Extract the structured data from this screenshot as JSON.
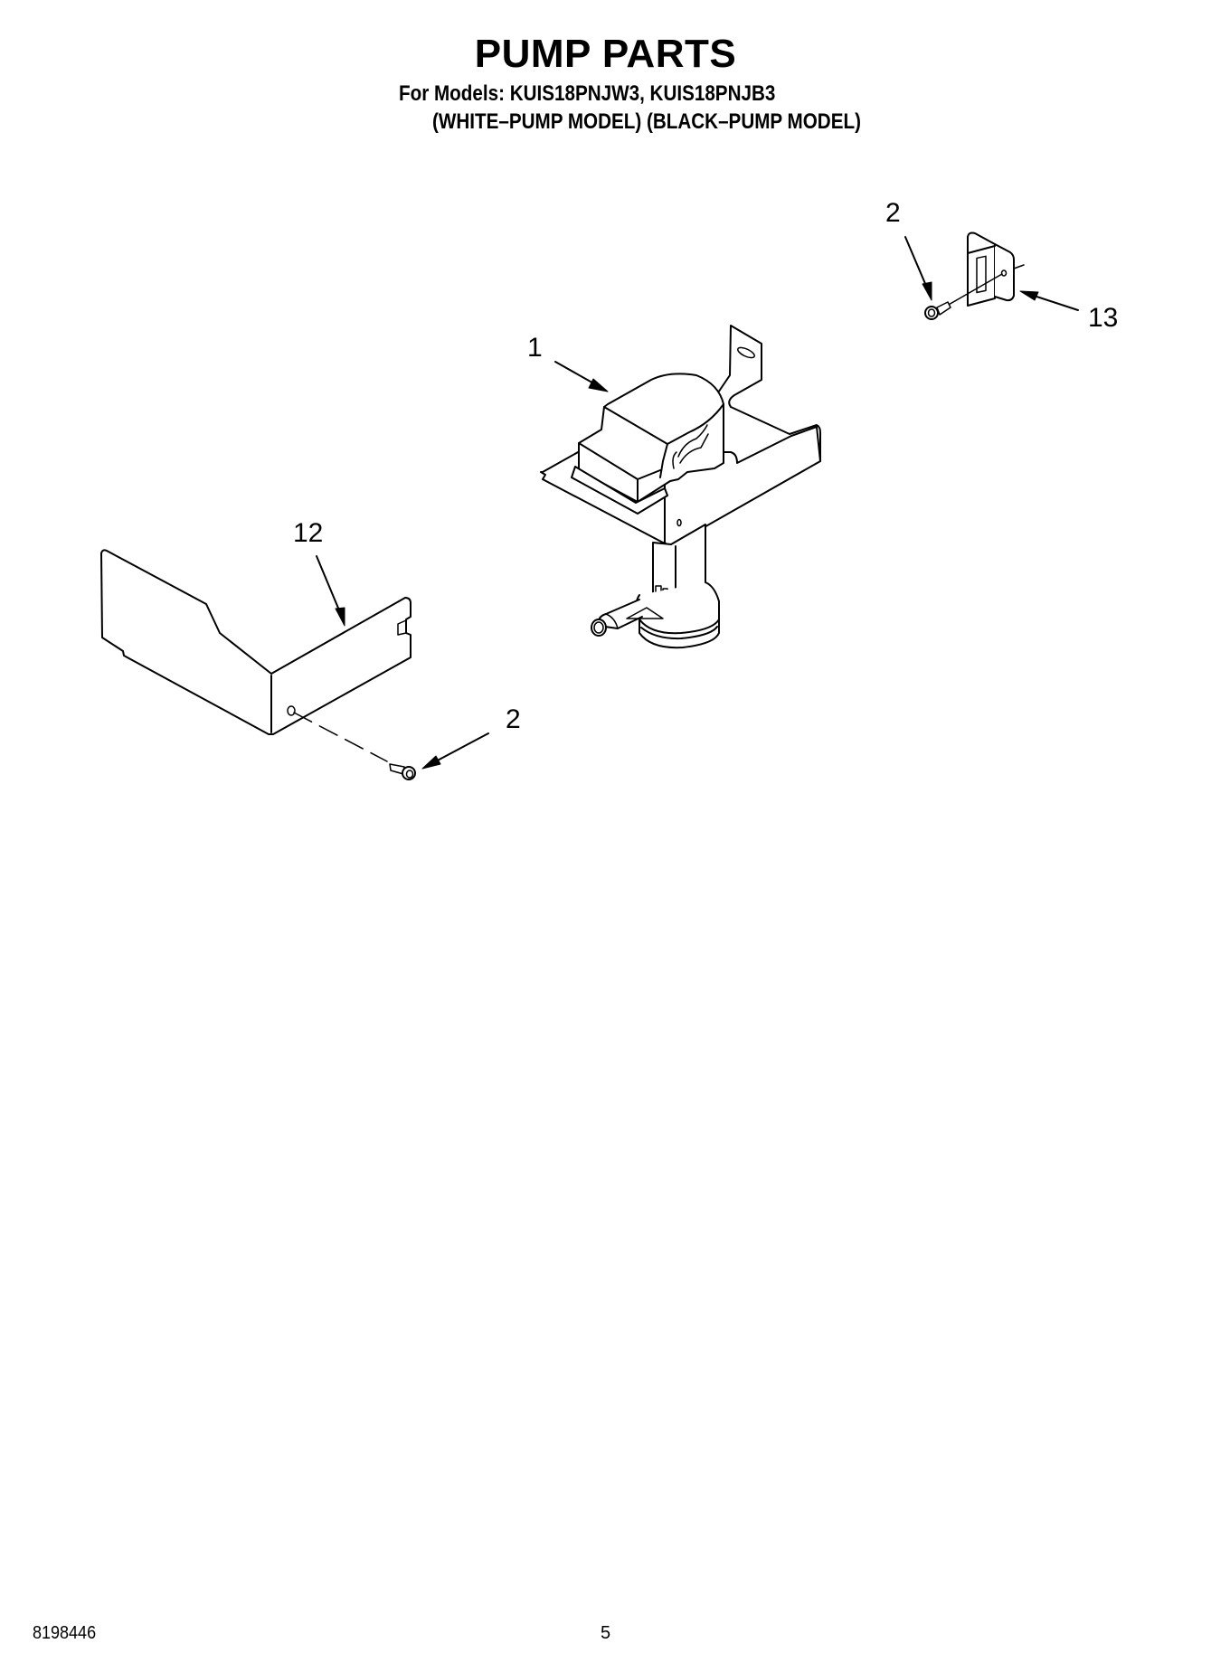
{
  "header": {
    "title": "PUMP PARTS",
    "models_line": "For Models: KUIS18PNJW3, KUIS18PNJB3",
    "variants_line": "(WHITE–PUMP MODEL) (BLACK–PUMP MODEL)"
  },
  "diagram": {
    "callouts": [
      {
        "id": "callout-2-top",
        "label": "2",
        "part": "screw"
      },
      {
        "id": "callout-13",
        "label": "13",
        "part": "bracket"
      },
      {
        "id": "callout-1",
        "label": "1",
        "part": "pump-assembly"
      },
      {
        "id": "callout-12",
        "label": "12",
        "part": "pump-shield"
      },
      {
        "id": "callout-2-bottom",
        "label": "2",
        "part": "screw"
      }
    ]
  },
  "footer": {
    "doc_number": "8198446",
    "page_number": "5"
  }
}
